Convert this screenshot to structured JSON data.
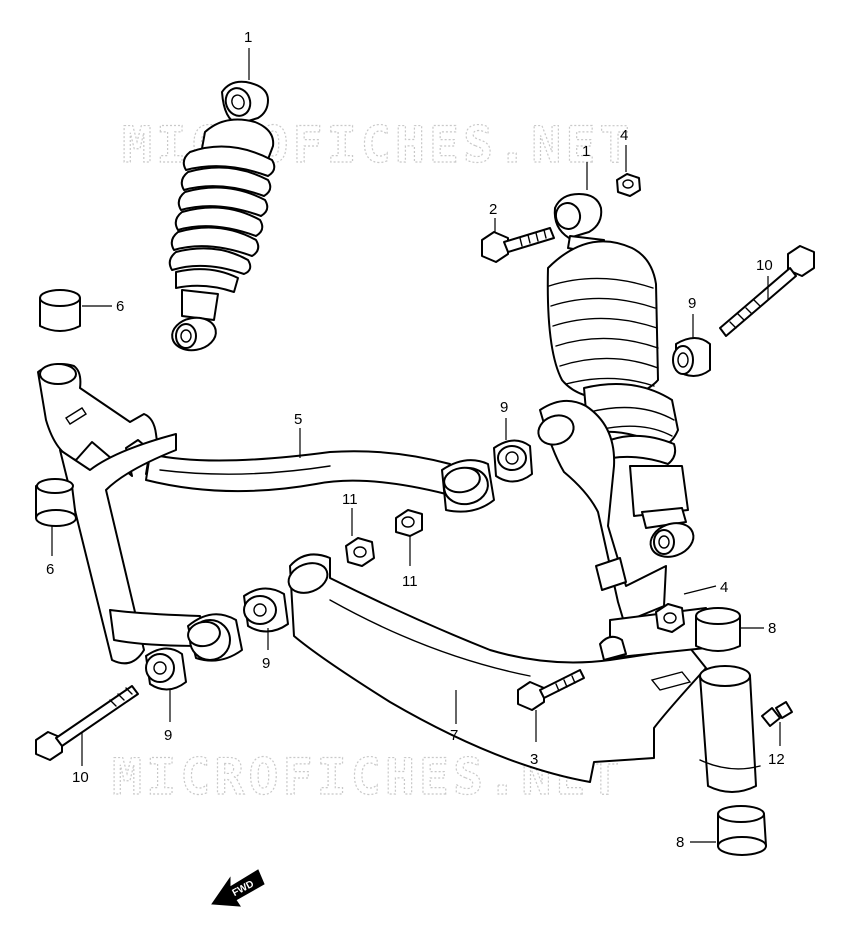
{
  "watermark": "MICROFICHES.NET",
  "fwd_label": "FWD",
  "callouts": {
    "shock_absorber_left": "1",
    "shock_absorber_right": "1",
    "bolt_shock_upper": "2",
    "bolt_lower_arm": "3",
    "nut_shock_upper": "4",
    "nut_lower_arm": "4",
    "upper_arm": "5",
    "bushing_upper_arm_top": "6",
    "bushing_upper_arm_bottom": "6",
    "lower_arm": "7",
    "bushing_knuckle_top": "8",
    "bushing_knuckle_bottom": "8",
    "spacer_upper_right": "9",
    "spacer_upper_mid": "9",
    "spacer_lower_mid": "9",
    "spacer_lower_left": "9",
    "bolt_upper_arm": "10",
    "bolt_lower_arm_pivot": "10",
    "nut_left": "11",
    "nut_right": "11",
    "grease_nipple": "12"
  }
}
